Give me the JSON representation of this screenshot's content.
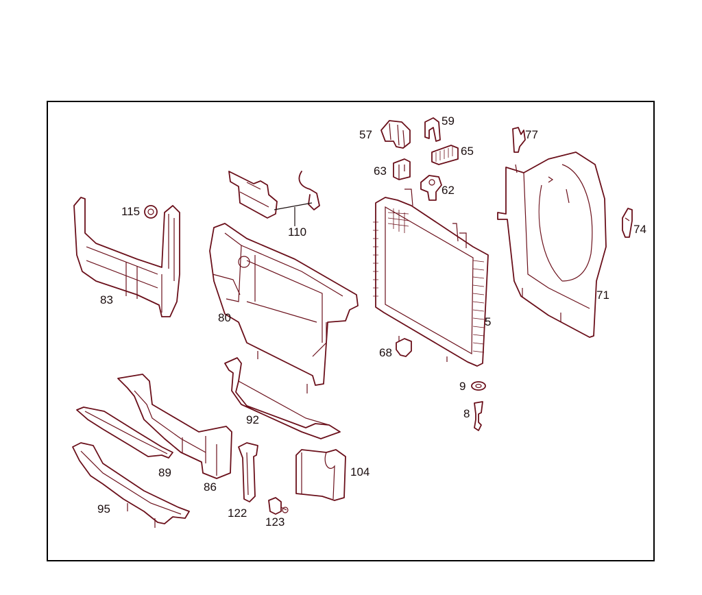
{
  "labels": {
    "p57": "57",
    "p59": "59",
    "p77": "77",
    "p65": "65",
    "p63": "63",
    "p62": "62",
    "p74": "74",
    "p115": "115",
    "p110": "110",
    "p83": "83",
    "p80": "80",
    "p71": "71",
    "p5": "5",
    "p68": "68",
    "p9": "9",
    "p8": "8",
    "p92": "92",
    "p104": "104",
    "p89": "89",
    "p86": "86",
    "p95": "95",
    "p122": "122",
    "p123": "123"
  },
  "colors": {
    "line": "#6a0f1a",
    "frame": "#000000",
    "background": "#ffffff"
  }
}
